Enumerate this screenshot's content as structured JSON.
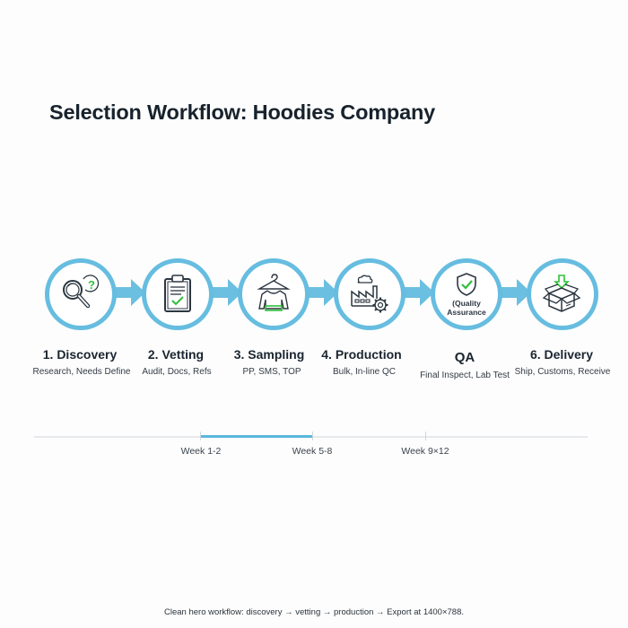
{
  "title": "Selection Workflow: Hoodies Company",
  "colors": {
    "accent": "#66bde0",
    "arrow": "#6bbfe0",
    "icon_stroke": "#2b3640",
    "icon_highlight": "#2fbf3a",
    "text": "#1a2530"
  },
  "steps": [
    {
      "label": "1. Discovery",
      "sub": "Research, Needs Define",
      "icon": "magnifier-question-icon"
    },
    {
      "label": "2. Vetting",
      "sub": "Audit, Docs, Refs",
      "icon": "clipboard-check-icon"
    },
    {
      "label": "3. Sampling",
      "sub": "PP, SMS, TOP",
      "icon": "hoodie-hanger-icon"
    },
    {
      "label": "4. Production",
      "sub": "Bulk, In-line QC",
      "icon": "factory-gear-icon"
    },
    {
      "label": "QA",
      "sub": "Final Inspect, Lab Test",
      "icon": "shield-check-icon",
      "inner_text": [
        "(Quality",
        "Assurance"
      ]
    },
    {
      "label": "6. Delivery",
      "sub": "Ship, Customs, Receive",
      "icon": "box-download-icon"
    }
  ],
  "timeline": {
    "weeks": [
      "Week 1-2",
      "Week 5-8",
      "Week 9×12"
    ]
  },
  "caption": "Clean hero workflow: discovery → vetting → production → Export at 1400×788."
}
